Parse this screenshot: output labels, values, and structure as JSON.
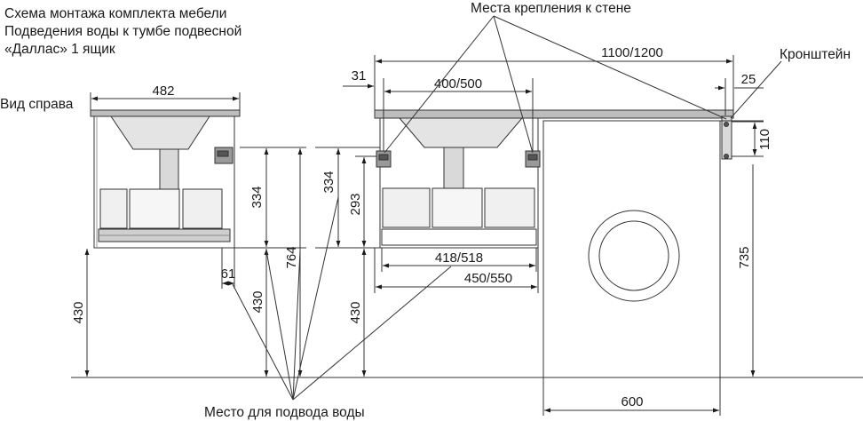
{
  "title": {
    "line1": "Схема монтажа комплекта мебели",
    "line2": "Подведения воды к тумбе подвесной",
    "line3": "«Даллас» 1 ящик"
  },
  "labels": {
    "side_view": "Вид справа",
    "wall_mounts": "Места крепления к стене",
    "bracket": "Кронштейн",
    "water_supply": "Место для подвода воды"
  },
  "dimensions": {
    "side_depth": "482",
    "side_offset": "61",
    "side_drawer_height": "334",
    "side_floor_height": "430",
    "side_total_height": "764",
    "total_width": "1100/1200",
    "left_offset": "31",
    "mount_span": "400/500",
    "right_offset": "25",
    "bracket_height": "110",
    "front_drawer_height": "334",
    "front_inner_height": "293",
    "front_floor_height": "430",
    "inner_width": "418/518",
    "outer_width": "450/550",
    "washer_height": "735",
    "washer_width": "600"
  }
}
